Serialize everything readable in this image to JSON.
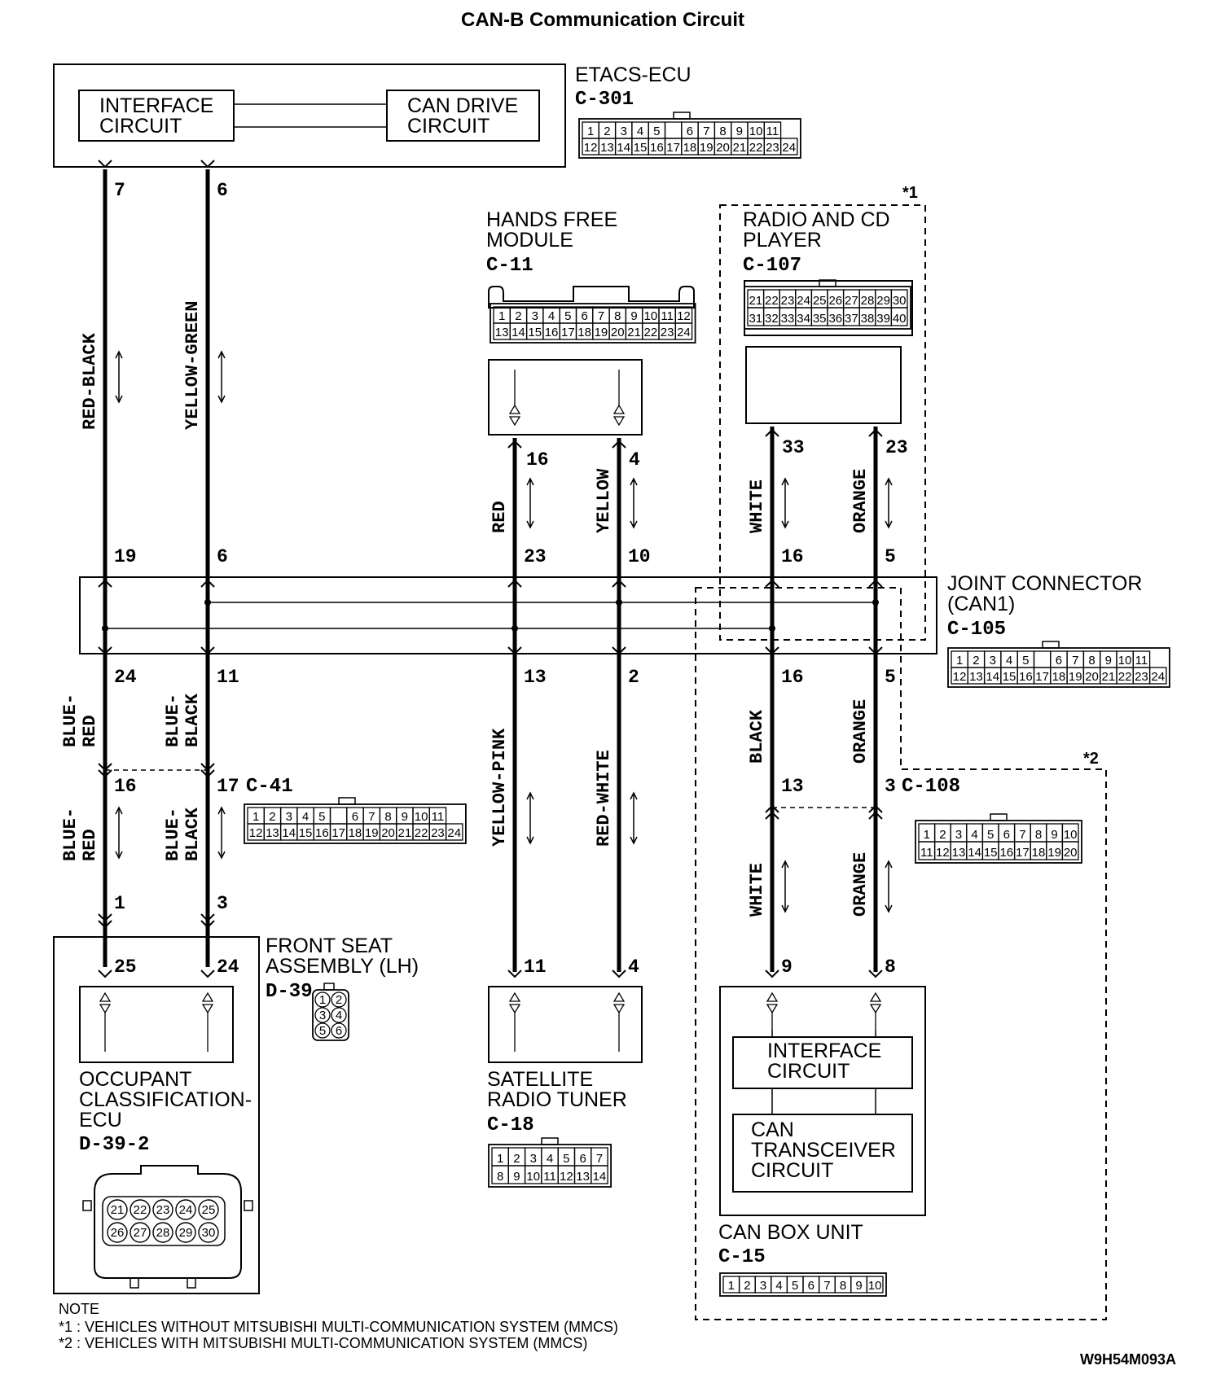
{
  "title": "CAN-B Communication Circuit",
  "figure_id": "W9H54M093A",
  "etacs": {
    "name": "ETACS-ECU",
    "connector": "C-301",
    "interface_l1": "INTERFACE",
    "interface_l2": "CIRCUIT",
    "candrive_l1": "CAN DRIVE",
    "candrive_l2": "CIRCUIT",
    "pin_a": "7",
    "pin_b": "6"
  },
  "hands_free": {
    "name_l1": "HANDS FREE",
    "name_l2": "MODULE",
    "connector": "C-11",
    "pin_a": "16",
    "pin_b": "4"
  },
  "radio": {
    "mark": "*1",
    "name_l1": "RADIO AND CD",
    "name_l2": "PLAYER",
    "connector": "C-107",
    "pin_a": "33",
    "pin_b": "23"
  },
  "joint": {
    "name_l1": "JOINT CONNECTOR",
    "name_l2": "(CAN1)",
    "connector": "C-105",
    "top_pins": [
      "19",
      "6",
      "23",
      "10",
      "16",
      "5"
    ],
    "bottom_pins": [
      "24",
      "11",
      "13",
      "2",
      "16",
      "5"
    ]
  },
  "c41": {
    "connector": "C-41",
    "top_pins": [
      "16",
      "17"
    ],
    "bottom_pins": [
      "1",
      "3"
    ]
  },
  "c108": {
    "mark": "*2",
    "connector": "C-108",
    "top_pins": [
      "13",
      "3"
    ]
  },
  "front_seat": {
    "name_l1": "FRONT SEAT",
    "name_l2": "ASSEMBLY (LH)",
    "connector": "D-39",
    "cells": [
      "1",
      "2",
      "3",
      "4",
      "5",
      "6"
    ]
  },
  "occupant": {
    "name_l1": "OCCUPANT",
    "name_l2": "CLASSIFICATION-",
    "name_l3": "ECU",
    "connector": "D-39-2",
    "pin_a": "25",
    "pin_b": "24",
    "cells_row1": [
      "21",
      "22",
      "23",
      "24",
      "25"
    ],
    "cells_row2": [
      "26",
      "27",
      "28",
      "29",
      "30"
    ]
  },
  "satellite": {
    "name_l1": "SATELLITE",
    "name_l2": "RADIO TUNER",
    "connector": "C-18",
    "pin_a": "11",
    "pin_b": "4"
  },
  "canbox": {
    "name": "CAN BOX UNIT",
    "connector": "C-15",
    "pin_a": "9",
    "pin_b": "8",
    "interface_l1": "INTERFACE",
    "interface_l2": "CIRCUIT",
    "trans_l1": "CAN",
    "trans_l2": "TRANSCEIVER",
    "trans_l3": "CIRCUIT"
  },
  "wires": {
    "red_black": "RED-BLACK",
    "yellow_green": "YELLOW-GREEN",
    "red": "RED",
    "yellow": "YELLOW",
    "white": "WHITE",
    "orange": "ORANGE",
    "blue_red_1": "BLUE-",
    "blue_red_2": "RED",
    "blue_black_1": "BLUE-",
    "blue_black_2": "BLACK",
    "yellow_pink": "YELLOW-PINK",
    "red_white": "RED-WHITE",
    "black": "BLACK"
  },
  "connector_cells": {
    "c301_row1": [
      "1",
      "2",
      "3",
      "4",
      "5",
      "",
      "6",
      "7",
      "8",
      "9",
      "10",
      "11"
    ],
    "c301_row2": [
      "12",
      "13",
      "14",
      "15",
      "16",
      "17",
      "18",
      "19",
      "20",
      "21",
      "22",
      "23",
      "24"
    ],
    "c11_row1": [
      "1",
      "2",
      "3",
      "4",
      "5",
      "6",
      "7",
      "8",
      "9",
      "10",
      "11",
      "12"
    ],
    "c11_row2": [
      "13",
      "14",
      "15",
      "16",
      "17",
      "18",
      "19",
      "20",
      "21",
      "22",
      "23",
      "24"
    ],
    "c107_row1": [
      "21",
      "22",
      "23",
      "24",
      "25",
      "26",
      "27",
      "28",
      "29",
      "30"
    ],
    "c107_row2": [
      "31",
      "32",
      "33",
      "34",
      "35",
      "36",
      "37",
      "38",
      "39",
      "40"
    ],
    "c108_row1": [
      "1",
      "2",
      "3",
      "4",
      "5",
      "6",
      "7",
      "8",
      "9",
      "10"
    ],
    "c108_row2": [
      "11",
      "12",
      "13",
      "14",
      "15",
      "16",
      "17",
      "18",
      "19",
      "20"
    ],
    "c18_row1": [
      "1",
      "2",
      "3",
      "4",
      "5",
      "6",
      "7"
    ],
    "c18_row2": [
      "8",
      "9",
      "10",
      "11",
      "12",
      "13",
      "14"
    ],
    "c15_row1": [
      "1",
      "2",
      "3",
      "4",
      "5",
      "6",
      "7",
      "8",
      "9",
      "10"
    ]
  },
  "notes": {
    "heading": "NOTE",
    "n1": "*1 : VEHICLES WITHOUT MITSUBISHI MULTI-COMMUNICATION SYSTEM (MMCS)",
    "n2": "*2 : VEHICLES WITH MITSUBISHI MULTI-COMMUNICATION SYSTEM (MMCS)"
  }
}
